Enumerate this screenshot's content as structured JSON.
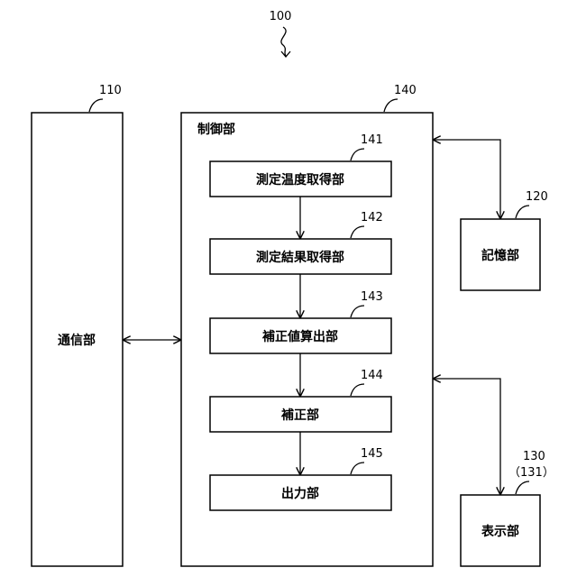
{
  "figure": {
    "ref": "100"
  },
  "blocks": {
    "communication": {
      "ref": "110",
      "label": "通信部"
    },
    "control": {
      "ref": "140",
      "label": "制御部"
    },
    "storage": {
      "ref": "120",
      "label": "記憶部"
    },
    "display": {
      "ref": "130",
      "subref": "（131）",
      "label": "表示部"
    }
  },
  "control_units": [
    {
      "ref": "141",
      "label": "測定温度取得部"
    },
    {
      "ref": "142",
      "label": "測定結果取得部"
    },
    {
      "ref": "143",
      "label": "補正値算出部"
    },
    {
      "ref": "144",
      "label": "補正部"
    },
    {
      "ref": "145",
      "label": "出力部"
    }
  ]
}
